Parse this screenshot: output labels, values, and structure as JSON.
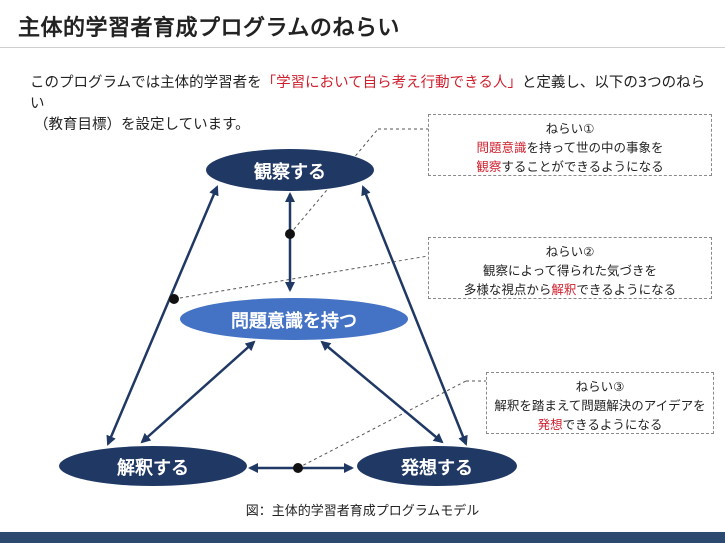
{
  "title": "主体的学習者育成プログラムのねらい",
  "intro": {
    "before": "このプログラムでは主体的学習者を",
    "emphasis": "「学習において自ら考え行動できる人」",
    "after": "と定義し、以下の3つのねらい",
    "line2": "（教育目標）を設定しています。"
  },
  "nodes": {
    "observe": "観察する",
    "problem": "問題意識を持つ",
    "interpret": "解釈する",
    "ideate": "発想する"
  },
  "aims": [
    {
      "heading": "ねらい①",
      "l1_hl": "問題意識",
      "l1_rest": "を持って世の中の事象を",
      "l2_hl": "観察",
      "l2_rest": "することができるようになる"
    },
    {
      "heading": "ねらい②",
      "l1": "観察によって得られた気づきを",
      "l2_pre": "多様な視点から",
      "l2_hl": "解釈",
      "l2_rest": "できるようになる"
    },
    {
      "heading": "ねらい③",
      "l1": "解釈を踏まえて問題解決のアイデアを",
      "l2_hl": "発想",
      "l2_rest": "できるようになる"
    }
  ],
  "caption": "図：主体的学習者育成プログラムモデル",
  "colors": {
    "navy": "#1f3864",
    "blue": "#4472c4",
    "accent": "#d0202e",
    "footer": "#2c4a70"
  }
}
